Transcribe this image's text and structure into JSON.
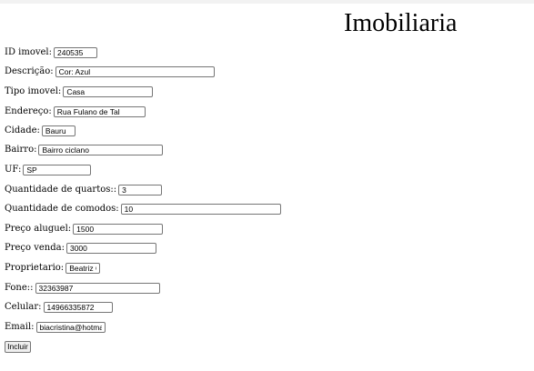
{
  "page": {
    "title": "Imobiliaria"
  },
  "form": {
    "id_imovel": {
      "label": "ID imovel:",
      "value": "240535"
    },
    "descricao": {
      "label": "Descrição:",
      "value": "Cor: Azul"
    },
    "tipo_imovel": {
      "label": "Tipo imovel:",
      "value": "Casa"
    },
    "endereco": {
      "label": "Endereço:",
      "value": "Rua Fulano de Tal"
    },
    "cidade": {
      "label": "Cidade:",
      "value": "Bauru"
    },
    "bairro": {
      "label": "Bairro:",
      "value": "Bairro ciclano"
    },
    "uf": {
      "label": "UF:",
      "value": "SP"
    },
    "quartos": {
      "label": "Quantidade de quartos::",
      "value": "3"
    },
    "comodos": {
      "label": "Quantidade de comodos:",
      "value": "10"
    },
    "preco_aluguel": {
      "label": "Preço aluguel:",
      "value": "1500"
    },
    "preco_venda": {
      "label": "Preço venda:",
      "value": "3000"
    },
    "proprietario": {
      "label": "Proprietario:",
      "value": "Beatriz Cr"
    },
    "fone": {
      "label": "Fone::",
      "value": "32363987"
    },
    "celular": {
      "label": "Celular:",
      "value": "14966335872"
    },
    "email": {
      "label": "Email:",
      "value": "biacristina@hotmail.c"
    },
    "submit_label": "Incluir"
  }
}
